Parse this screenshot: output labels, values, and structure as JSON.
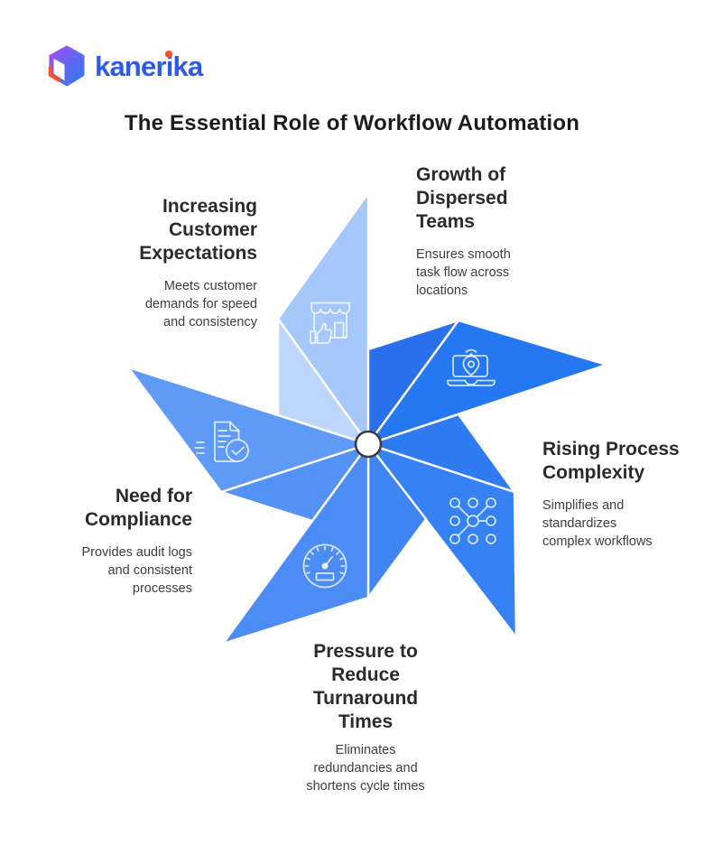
{
  "logo": {
    "text": "kanerika"
  },
  "title": "The Essential Role of Workflow Automation",
  "items": [
    {
      "id": "customer-expectations",
      "heading": "Increasing\nCustomer\nExpectations",
      "body": "Meets customer\ndemands for speed\nand consistency",
      "icon": "storefront-thumbs-up-icon"
    },
    {
      "id": "dispersed-teams",
      "heading": "Growth of\nDispersed\nTeams",
      "body": "Ensures smooth\ntask flow across\nlocations",
      "icon": "laptop-location-icon"
    },
    {
      "id": "process-complexity",
      "heading": "Rising Process\nComplexity",
      "body": "Simplifies and\nstandardizes\ncomplex workflows",
      "icon": "network-nodes-icon"
    },
    {
      "id": "turnaround-times",
      "heading": "Pressure to\nReduce\nTurnaround\nTimes",
      "body": "Eliminates\nredundancies and\nshortens cycle times",
      "icon": "speedometer-icon"
    },
    {
      "id": "compliance",
      "heading": "Need for\nCompliance",
      "body": "Provides audit logs\nand consistent\nprocesses",
      "icon": "document-check-icon"
    }
  ],
  "pinwheel": {
    "center_fill": "#ffffff",
    "center_border": "#3D3D3D",
    "blades": [
      {
        "name": "customer-expectations",
        "spike": "#A6C7FA",
        "inner": "#BDD6FC"
      },
      {
        "name": "dispersed-teams",
        "spike": "#2677F2",
        "inner": "#2A6FEB"
      },
      {
        "name": "process-complexity",
        "spike": "#3681F3",
        "inner": "#2F7BF1"
      },
      {
        "name": "turnaround-times",
        "spike": "#4C8CF5",
        "inner": "#4184F4"
      },
      {
        "name": "compliance",
        "spike": "#5F9AF7",
        "inner": "#5492F6"
      }
    ]
  },
  "colors": {
    "brand_blue": "#2B5BE8",
    "brand_dot_orange": "#F4512C",
    "title_text": "#1C1C1C",
    "heading_text": "#2B2B2B",
    "body_text": "#3E3E3E",
    "icon_stroke": "rgba(255,255,255,0.78)"
  }
}
